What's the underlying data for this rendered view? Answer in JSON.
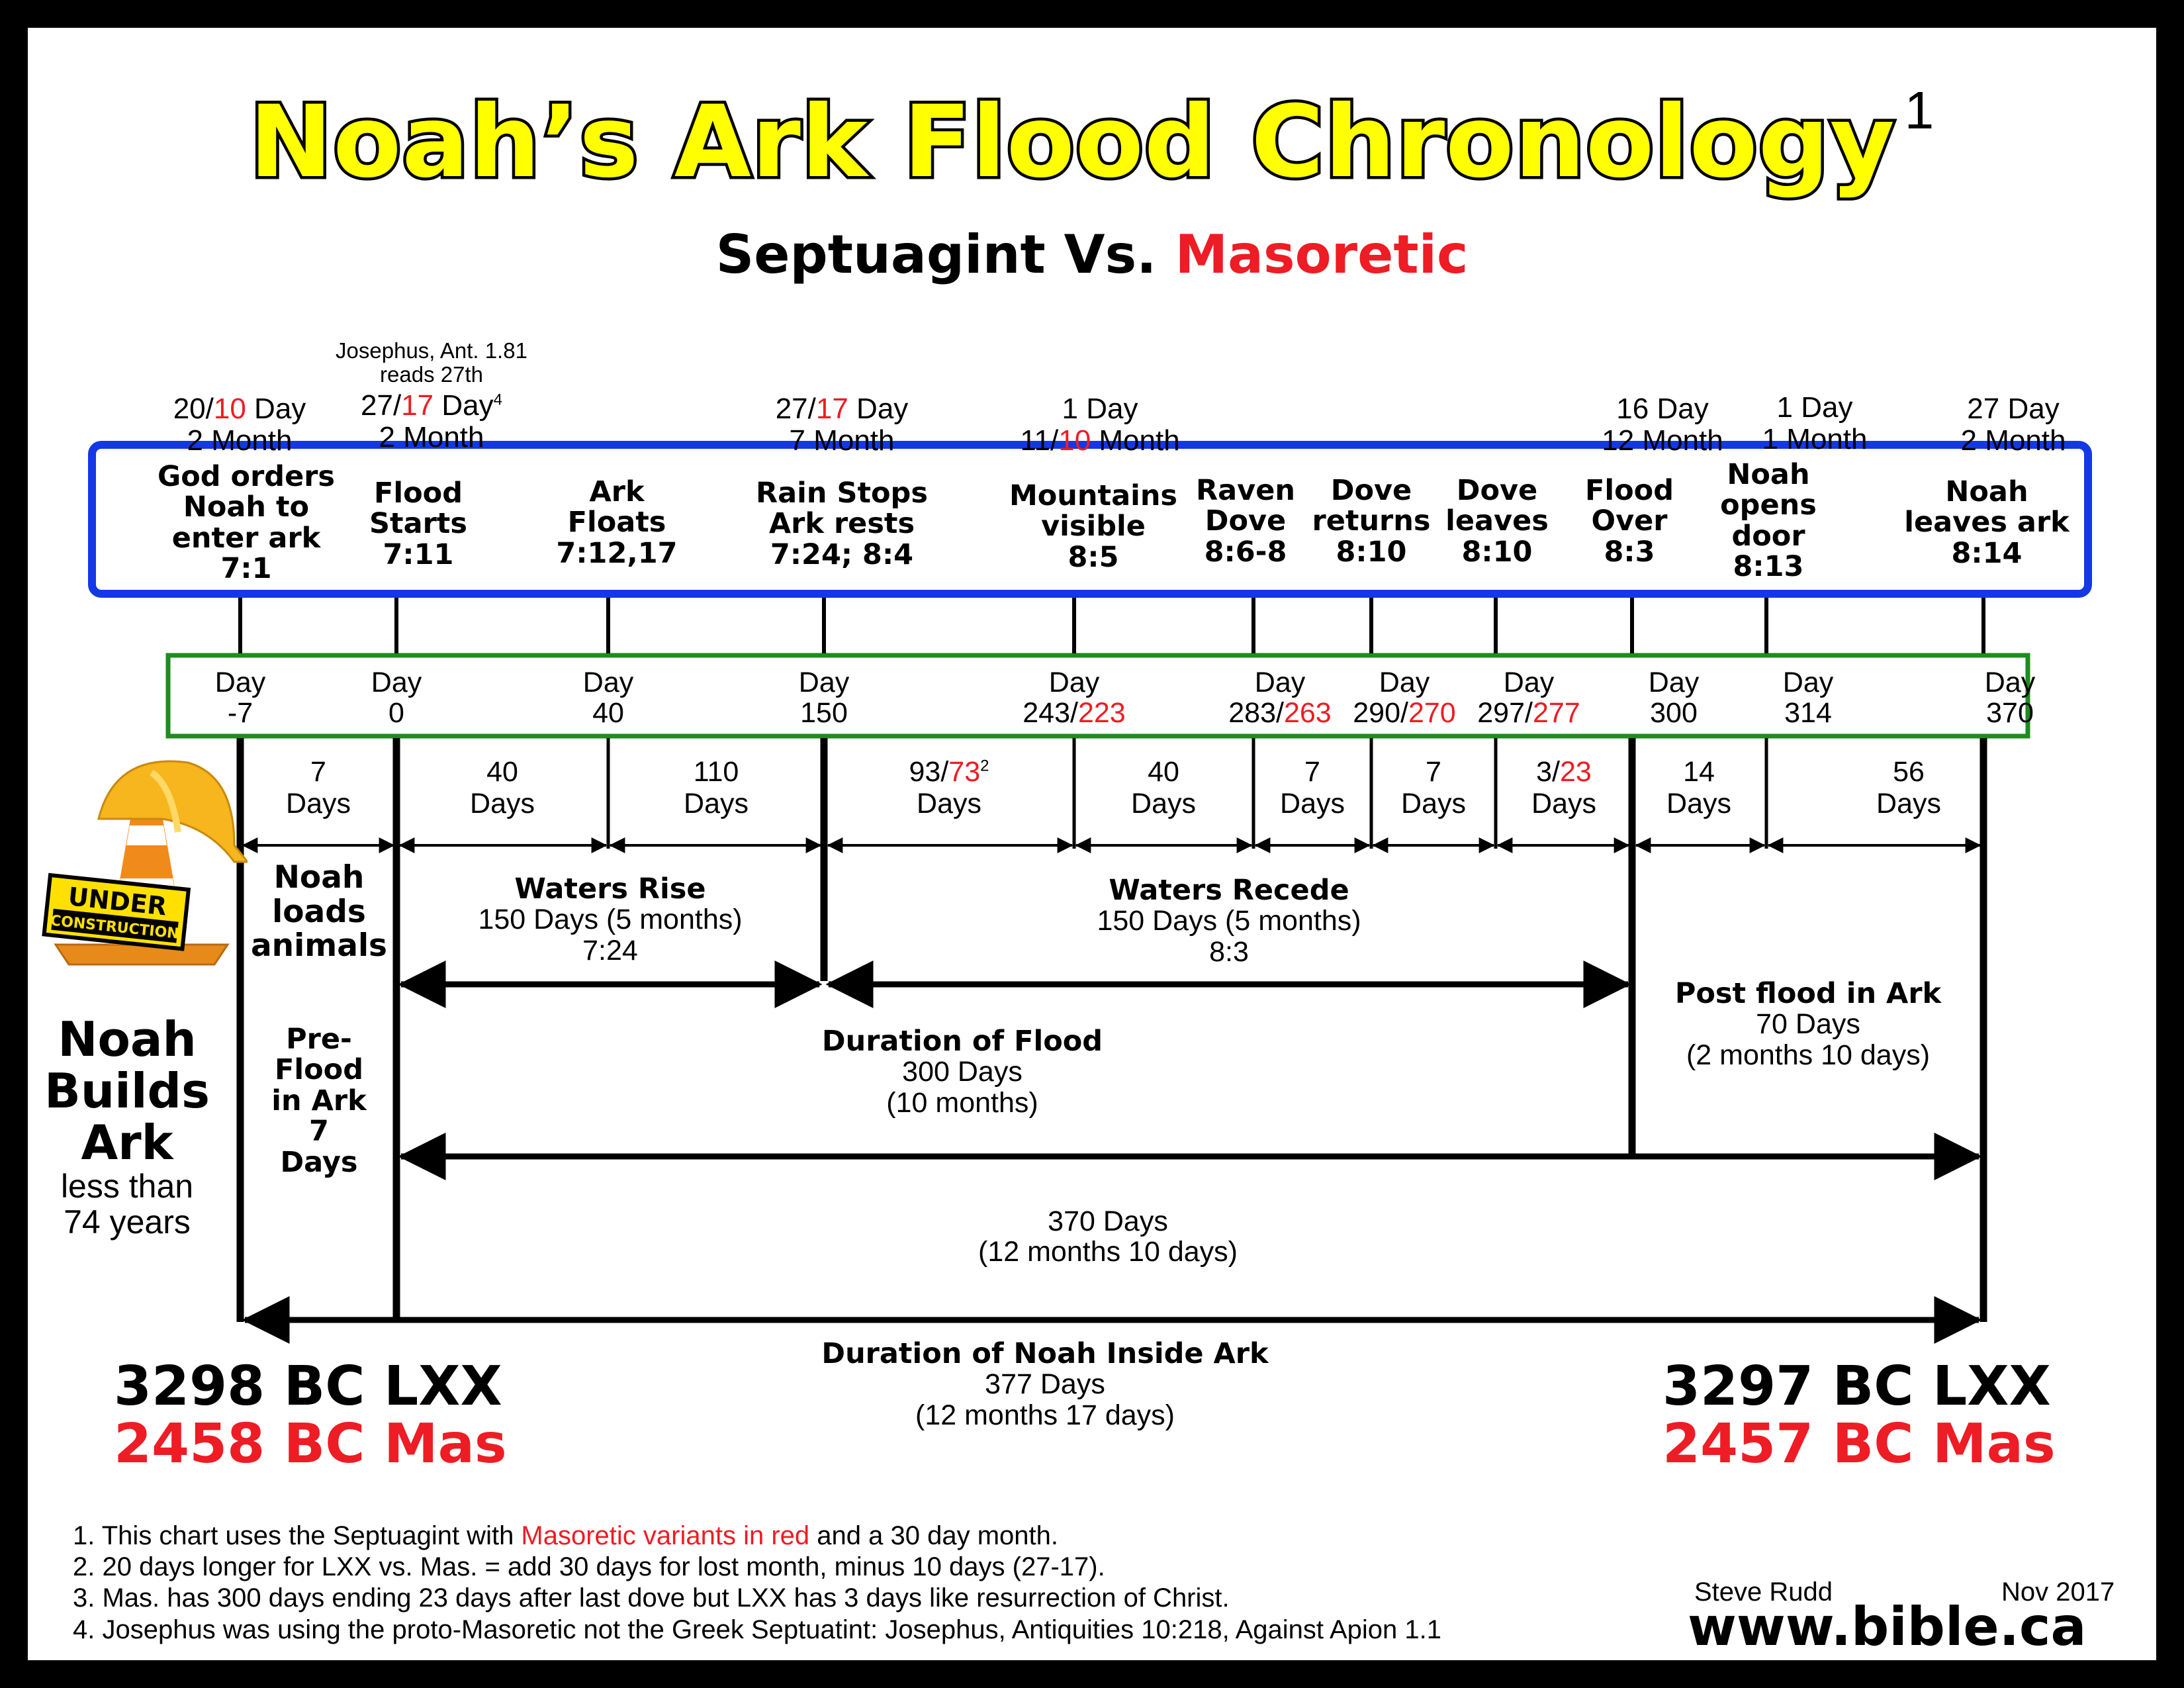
{
  "title": {
    "main": "Noah’s Ark Flood Chronology",
    "footnote_mark": "1",
    "subtitle_a": "Septuagint Vs.",
    "subtitle_b": "Masoretic"
  },
  "dates_top": [
    {
      "l1a": "20/",
      "l1r": "10",
      "l1b": " Day",
      "l2": "2 Month"
    },
    {
      "note1": "Josephus, Ant. 1.81",
      "note2": "reads 27th",
      "l1a": "27/",
      "l1r": "17",
      "l1b": " Day",
      "sup": "4",
      "l2": "2 Month"
    },
    {
      "l1a": "27/",
      "l1r": "17",
      "l1b": " Day",
      "l2": "7 Month"
    },
    {
      "l1a": "1 Day",
      "l2a": "11/",
      "l2r": "10",
      "l2b": " Month"
    },
    {
      "l1a": "16 Day",
      "l2": "12 Month"
    },
    {
      "l1a": "1 Day",
      "l2": "1 Month"
    },
    {
      "l1a": "27 Day",
      "l2": "2 Month"
    }
  ],
  "events": [
    {
      "l1": "God orders",
      "l2": "Noah to",
      "l3": "enter ark",
      "l4": "7:1"
    },
    {
      "l1": "Flood",
      "l2": "Starts",
      "l3": "7:11"
    },
    {
      "l1": "Ark",
      "l2": "Floats",
      "l3": "7:12,17"
    },
    {
      "l1": "Rain Stops",
      "l2": "Ark rests",
      "l3": "7:24; 8:4"
    },
    {
      "l1": "Mountains",
      "l2": "visible",
      "l3": "8:5"
    },
    {
      "l1": "Raven",
      "l2": "Dove",
      "l3": "8:6-8"
    },
    {
      "l1": "Dove",
      "l2": "returns",
      "l3": "8:10"
    },
    {
      "l1": "Dove",
      "l2": "leaves",
      "l3": "8:10"
    },
    {
      "l1": "Flood",
      "l2": "Over",
      "l3": "8:3"
    },
    {
      "l1": "Noah",
      "l2": "opens",
      "l3": "door",
      "l4": "8:13"
    },
    {
      "l1": "Noah",
      "l2": "leaves ark",
      "l3": "8:14"
    }
  ],
  "days": [
    {
      "l1": "Day",
      "a": "-7"
    },
    {
      "l1": "Day",
      "a": "0"
    },
    {
      "l1": "Day",
      "a": "40"
    },
    {
      "l1": "Day",
      "a": "150"
    },
    {
      "l1": "Day",
      "a": "243/",
      "r": "223"
    },
    {
      "l1": "Day",
      "a": "283/",
      "r": "263"
    },
    {
      "l1": "Day",
      "a": "290/",
      "r": "270"
    },
    {
      "l1": "Day",
      "a": "297/",
      "r": "277"
    },
    {
      "l1": "Day",
      "a": "300"
    },
    {
      "l1": "Day",
      "a": "314"
    },
    {
      "l1": "Day",
      "a": "370"
    }
  ],
  "intervals": [
    {
      "a": "7",
      "b": "Days"
    },
    {
      "a": "40",
      "b": "Days"
    },
    {
      "a": "110",
      "b": "Days"
    },
    {
      "a": "93/",
      "r": "73",
      "sup": "2",
      "b": "Days"
    },
    {
      "a": "40",
      "b": "Days"
    },
    {
      "a": "7",
      "b": "Days"
    },
    {
      "a": "7",
      "b": "Days"
    },
    {
      "a": "3/",
      "r": "23",
      "b": "Days"
    },
    {
      "a": "14",
      "b": "Days"
    },
    {
      "a": "56",
      "b": "Days"
    }
  ],
  "periods": {
    "loads": {
      "l1": "Noah",
      "l2": "loads",
      "l3": "animals"
    },
    "preflood": {
      "l1": "Pre-",
      "l2": "Flood",
      "l3": "in Ark",
      "l4": "7",
      "l5": "Days"
    },
    "rise": {
      "title": "Waters Rise",
      "l2": "150 Days (5 months)",
      "l3": "7:24"
    },
    "recede": {
      "title": "Waters Recede",
      "l2": "150 Days (5 months)",
      "l3": "8:3"
    },
    "duration": {
      "title": "Duration of Flood",
      "l2": "300 Days",
      "l3": "(10 months)"
    },
    "postflood": {
      "title": "Post flood in Ark",
      "l2": "70 Days",
      "l3": "(2 months 10 days)"
    },
    "total370": {
      "l1": "370 Days",
      "l2": "(12 months 10 days)"
    },
    "inside": {
      "title": "Duration of Noah Inside Ark",
      "l2": "377 Days",
      "l3": "(12 months 17 days)"
    }
  },
  "builds": {
    "l1": "Noah",
    "l2": "Builds",
    "l3": "Ark",
    "l4": "less than",
    "l5": "74 years"
  },
  "sign": {
    "l1": "UNDER",
    "l2": "CONSTRUCTION"
  },
  "years": {
    "start_lxx": "3298 BC LXX",
    "start_mas": "2458 BC Mas",
    "end_lxx": "3297 BC LXX",
    "end_mas": "2457 BC Mas"
  },
  "footnotes": [
    {
      "a": "1. This chart uses the Septuagint with ",
      "r": "Masoretic variants in red",
      "b": " and a 30 day month."
    },
    {
      "a": "2. 20 days longer for LXX vs. Mas. = add 30 days for lost month, minus 10 days (27-17)."
    },
    {
      "a": "3. Mas. has 300 days ending 23 days after last dove but LXX has 3 days like resurrection of Christ."
    },
    {
      "a": "4. Josephus was using the proto-Masoretic not the Greek Septuatint: Josephus, Antiquities 10:218, Against Apion 1.1"
    }
  ],
  "credits": {
    "author": "Steve Rudd",
    "date": "Nov 2017",
    "site": "www.bible.ca"
  },
  "colors": {
    "red": "#ee1c24",
    "title_yellow": "#ffff00",
    "event_box": "#1438e6",
    "day_box": "#1e8c1e"
  }
}
